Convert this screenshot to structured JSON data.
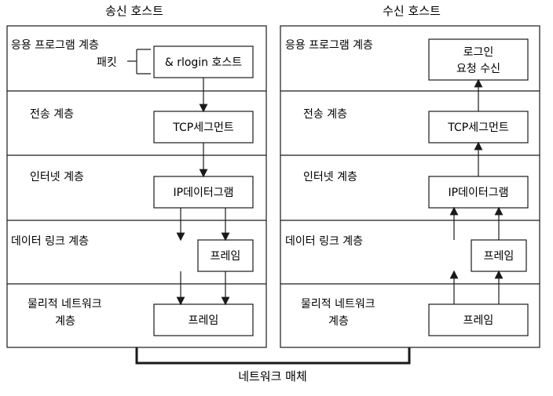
{
  "sender": {
    "title": "송신 호스트",
    "layers": {
      "application": "응용 프로그램 계층",
      "transport": "전송 계층",
      "internet": "인터넷 계층",
      "datalink": "데이터 링크 계층",
      "physical_line1": "물리적 네트워크",
      "physical_line2": "계층"
    },
    "packet_label": "패킷",
    "boxes": {
      "application": "& rlogin 호스트",
      "transport": "TCP세그먼트",
      "internet": "IP데이터그램",
      "datalink": "프레임",
      "physical": "프레임"
    }
  },
  "receiver": {
    "title": "수신 호스트",
    "layers": {
      "application": "응용 프로그램 계층",
      "transport": "전송 계층",
      "internet": "인터넷 계층",
      "datalink": "데이터 링크 계층",
      "physical_line1": "물리적 네트워크",
      "physical_line2": "계층"
    },
    "boxes": {
      "application_line1": "로그인",
      "application_line2": "요청 수신",
      "transport": "TCP세그먼트",
      "internet": "IP데이터그램",
      "datalink": "프레임",
      "physical": "프레임"
    }
  },
  "network_media": "네트워크 매체",
  "colors": {
    "line": "#1a1a1a",
    "background": "#ffffff"
  }
}
